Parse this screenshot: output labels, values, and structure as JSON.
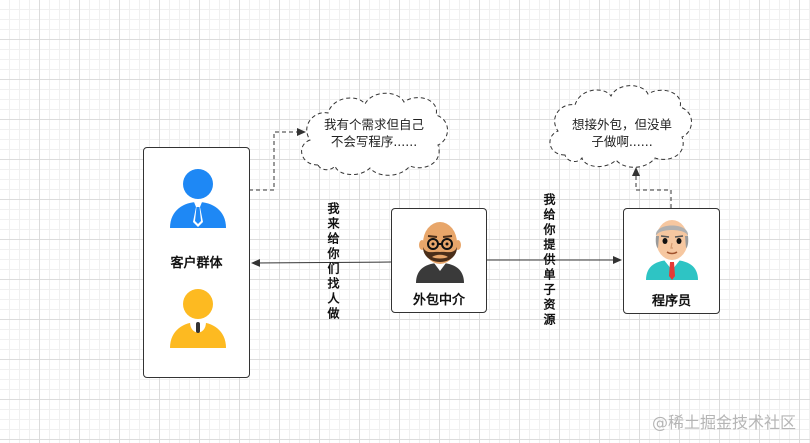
{
  "nodes": {
    "customers": {
      "label": "客户群体"
    },
    "outsourcer": {
      "label": "外包中介"
    },
    "programmer": {
      "label": "程序员"
    }
  },
  "edges": {
    "outsourcer_to_customers": "我来给你们找人做",
    "outsourcer_to_programmer": "我给你提供单子资源"
  },
  "clouds": {
    "customers_thought": {
      "line1": "我有个需求但自己",
      "line2": "不会写程序......"
    },
    "programmer_thought": {
      "line1": "想接外包，但没单",
      "line2": "子做啊......"
    }
  },
  "colors": {
    "customer_blue": "#1E88F5",
    "customer_yellow": "#FDBA21",
    "programmer_shirt": "#2EC4C4",
    "tie_red": "#E53935"
  },
  "watermark": "@稀土掘金技术社区"
}
